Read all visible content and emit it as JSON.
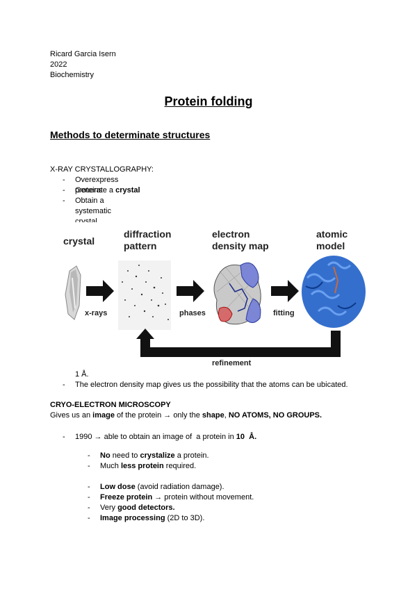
{
  "meta": {
    "author": "Ricard Garcia Isern",
    "year": "2022",
    "subject": "Biochemistry"
  },
  "title": "Protein folding",
  "subtitle": "Methods to determinate structures",
  "xray": {
    "heading": "X-RAY CRYSTALLOGRAPHY:",
    "items": [
      {
        "text": "Overexpress proteins"
      },
      {
        "pre": "Generate a ",
        "bold": "crystal"
      },
      {
        "text": "Obtain a systematic crystal"
      }
    ]
  },
  "figure": {
    "crystal": "crystal",
    "diffraction_1": "diffraction",
    "diffraction_2": "pattern",
    "electron_1": "electron",
    "electron_2": "density map",
    "atomic_1": "atomic",
    "atomic_2": "model",
    "xrays": "x-rays",
    "phases": "phases",
    "fitting": "fitting",
    "refinement": "refinement"
  },
  "resolution_note": "1  Å.",
  "density_note": "The electron density map gives us the possibility that the atoms can be ubicated.",
  "cryo": {
    "heading": "CRYO-ELECTRON MICROSCOPY",
    "intro": {
      "a": "Gives us an ",
      "b": "image",
      "c": " of the protein → only the ",
      "d": "shape",
      "e": ", ",
      "f": "NO ATOMS, NO GROUPS."
    },
    "year_line": {
      "a": "1990 → able to obtain an image of  a protein in ",
      "b": "10  Å."
    },
    "group1": [
      {
        "b": "No",
        "a": " need to ",
        "c": "crystalize",
        "d": " a protein."
      },
      {
        "a": "Much ",
        "b": "less protein",
        "c": " required."
      }
    ],
    "group2": [
      {
        "b": "Low dose",
        "a": " (avoid radiation damage)."
      },
      {
        "b": "Freeze protein",
        "a": " → protein without movement."
      },
      {
        "a": "Very ",
        "b": "good detectors."
      },
      {
        "b": "Image processing",
        "a": " (2D to 3D)."
      }
    ]
  }
}
